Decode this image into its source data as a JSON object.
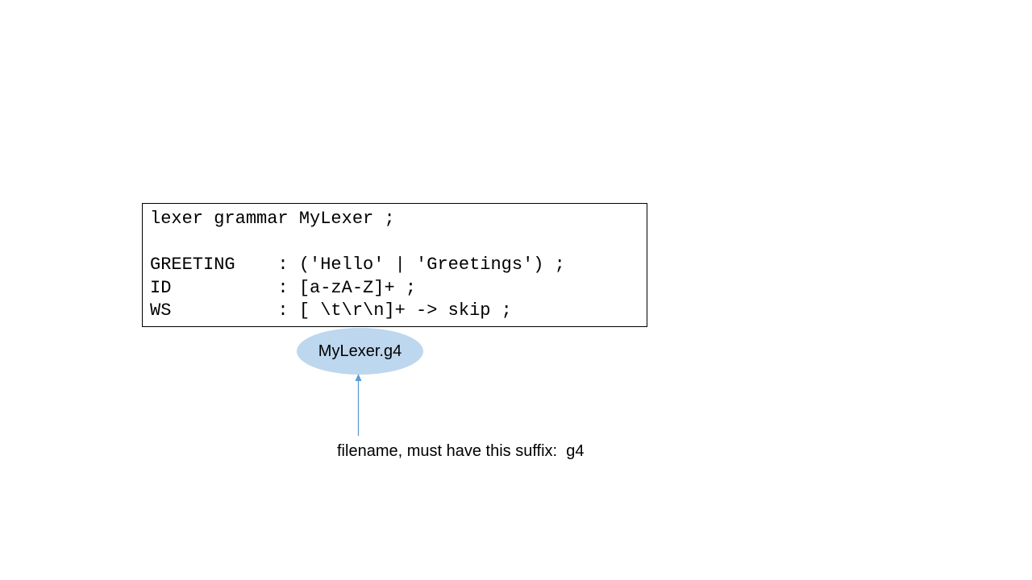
{
  "grammar_code": {
    "lines": [
      "lexer grammar MyLexer ;",
      "",
      "GREETING    : ('Hello' | 'Greetings') ;",
      "ID          : [a-zA-Z]+ ;",
      "WS          : [ \\t\\r\\n]+ -> skip ;"
    ]
  },
  "file_node": {
    "label": "MyLexer.g4"
  },
  "caption": "filename, must have this suffix:  g4",
  "colors": {
    "ellipse_fill": "#bdd7ee",
    "arrow": "#5b9bd5",
    "border": "#000000"
  }
}
